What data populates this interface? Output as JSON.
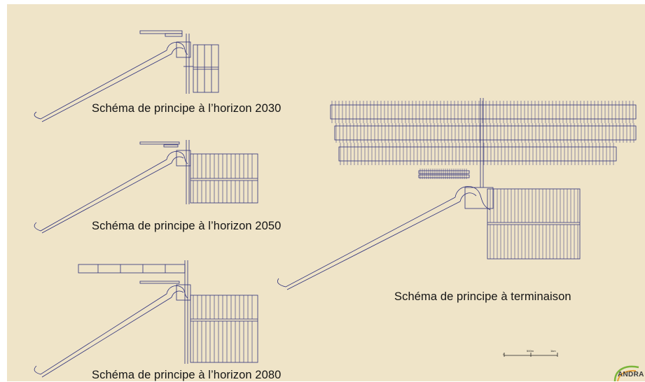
{
  "captions": {
    "horizon_2030": "Schéma de principe à l’horizon 2030",
    "horizon_2050": "Schéma de principe à l’horizon 2050",
    "horizon_2080": "Schéma de principe à l’horizon 2080",
    "terminaison": "Schéma de principe à terminaison"
  },
  "logo": {
    "text": "ANDRA",
    "colors": {
      "green": "#7bb53a",
      "orange": "#e8a33a"
    }
  },
  "scale_bar": {
    "label_zero": "0",
    "label_mid": "500m",
    "label_end": "1km"
  },
  "colors": {
    "background": "#efe4c8",
    "line": "#2c2f7a",
    "caption": "#141414"
  }
}
